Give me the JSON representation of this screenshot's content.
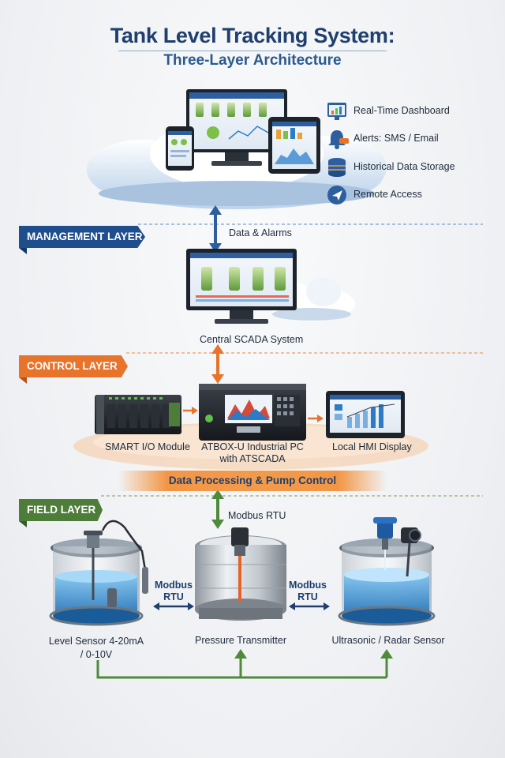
{
  "title": "Tank Level Tracking System:",
  "subtitle": "Three-Layer Architecture",
  "features": [
    {
      "label": "Real-Time Dashboard",
      "icon": "dashboard-icon"
    },
    {
      "label": "Alerts: SMS / Email",
      "icon": "bell-icon"
    },
    {
      "label": "Historical Data Storage",
      "icon": "database-icon"
    },
    {
      "label": "Remote Access",
      "icon": "remote-access-icon"
    }
  ],
  "layers": {
    "management": {
      "label": "MANAGEMENT LAYER",
      "color": "#1f4e8c"
    },
    "control": {
      "label": "CONTROL LAYER",
      "color": "#e8732a"
    },
    "field": {
      "label": "FIELD LAYER",
      "color": "#4e7d3a"
    }
  },
  "links": {
    "data_alarms": "Data & Alarms",
    "modbus_rtu_top": "Modbus RTU",
    "modbus_left": "Modbus\nRTU",
    "modbus_right": "Modbus\nRTU"
  },
  "control": {
    "scada": "Central SCADA System",
    "io_module": "SMART I/O Module",
    "industrial_pc": "ATBOX-U Industrial PC\nwith ATSCADA",
    "hmi": "Local HMI Display",
    "band": "Data Processing & Pump Control"
  },
  "field": {
    "level_sensor": "Level Sensor 4-20mA\n/ 0-10V",
    "pressure": "Pressure Transmitter",
    "ultrasonic": "Ultrasonic / Radar Sensor"
  }
}
